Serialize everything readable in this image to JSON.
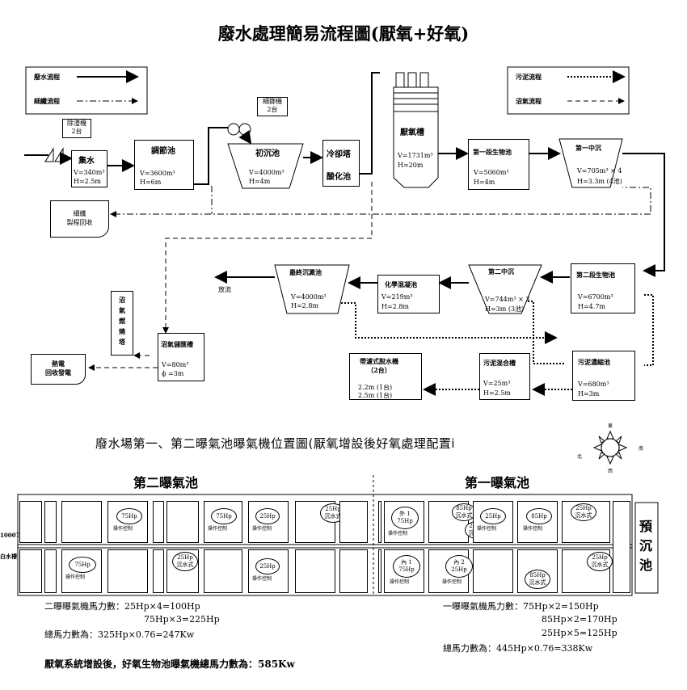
{
  "title": "廢水處理簡易流程圖(厭氧+好氧)",
  "legend_left": {
    "wastewater": "廢水流程",
    "fiber": "細纖流程"
  },
  "legend_right": {
    "sludge": "污泥流程",
    "biogas": "沼氣流程"
  },
  "units": {
    "screen": "除渣機\n2台",
    "collect": "集水",
    "collect_v": "V=340m³",
    "collect_h": "H=2.5m",
    "adjust": "調節池",
    "adjust_v": "V=3600m³",
    "adjust_h": "H=6m",
    "fine_screen": "細篩機\n2台",
    "primary": "初沉池",
    "primary_v": "V=4000m³",
    "primary_h": "H=4m",
    "cooling": "冷卻塔",
    "acidify": "酸化池",
    "anaerobic": "厭氧槽",
    "anaerobic_v": "V=1731m³",
    "anaerobic_h": "H=20m",
    "bio1": "第一段生物池",
    "bio1_v": "V=5060m³",
    "bio1_h": "H=4m",
    "clar1": "第一中沉",
    "clar1_v": "V=705m³ × 4",
    "clar1_h": "H=3.3m (4池)",
    "fiber_recovery": "細纖\n製程回收",
    "bio2": "第二段生物池",
    "bio2_v": "V=6700m³",
    "bio2_h": "H=4.7m",
    "clar2": "第二中沉",
    "clar2_v": "V=744m³ × 3",
    "clar2_h": "H=3m (3池)",
    "chem": "化學混凝池",
    "chem_v": "V=219m³",
    "chem_h": "H=2.8m",
    "final": "最終沉澱池",
    "final_v": "V=4000m³",
    "final_h": "H=2.8m",
    "discharge": "放流",
    "biogas_burn": "沼\n氣\n燃\n燒\n塔",
    "biogas_store": "沼氣儲匯槽",
    "biogas_v": "V=80m³",
    "biogas_h": "ϕ =3m",
    "power": "熱電\n回收發電",
    "thickener": "污泥濃縮池",
    "thickener_v": "V=680m³",
    "thickener_h": "H=3m",
    "mix": "污泥混合槽",
    "mix_v": "V=25m³",
    "mix_h": "H=2.5m",
    "belt": "帶濾式脫水機\n（2台）",
    "belt_1": "2.2m (1台)",
    "belt_2": "2.5m (1台)"
  },
  "layout_title": "廢水場第一、第二曝氣池曝氣機位置圖(厭氧增設後好氧處理配置і",
  "compass": {
    "n": "東",
    "e": "南",
    "w": "北",
    "s": "西"
  },
  "pond2": "第二曝氣池",
  "pond1": "第一曝氣池",
  "pre_settle": "預\n沉\n池",
  "side_labels": {
    "a": "1000T",
    "b": "白水槽"
  },
  "aerators": {
    "hp75": "75Hp",
    "hp25": "25Hp",
    "hp85": "85Hp",
    "sub25": "25Hp\n沉水式",
    "sub85": "85Hp\n沉水式",
    "ctrl": "操作控制",
    "out1": "外 1\n75Hp",
    "in1": "內 1\n75Hp",
    "in2": "內 2\n25Hp"
  },
  "calc_left": [
    "二曝曝氣機馬力數：25Hp×4=100Hp",
    "75Hp×3=225Hp",
    "總馬力數為：325Hp×0.76=247Kw"
  ],
  "calc_right": [
    "一曝曝氣機馬力數：75Hp×2=150Hp",
    "85Hp×2=170Hp",
    "25Hp×5=125Hp",
    "總馬力數為：445Hp×0.76=338Kw"
  ],
  "summary": "厭氧系統增設後，好氧生物池曝氣機總馬力數為：585Kw"
}
